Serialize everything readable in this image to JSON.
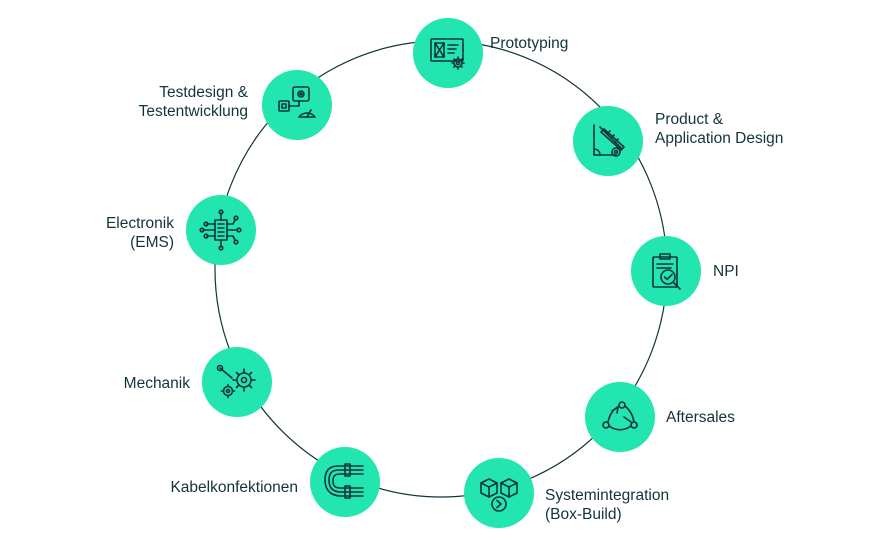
{
  "ring_color": "#12343b",
  "node_color": "#22e5b0",
  "nodes": [
    {
      "id": "prototyping",
      "icon": "prototype-window-gear-icon",
      "label": [
        "Prototyping"
      ]
    },
    {
      "id": "product-design",
      "icon": "ruler-pencil-gear-icon",
      "label": [
        "Product &",
        "Application Design"
      ]
    },
    {
      "id": "npi",
      "icon": "clipboard-magnifier-check-icon",
      "label": [
        "NPI"
      ]
    },
    {
      "id": "aftersales",
      "icon": "cycle-arrows-icon",
      "label": [
        "Aftersales"
      ]
    },
    {
      "id": "systemintegration",
      "icon": "boxes-arrow-icon",
      "label": [
        "Systemintegration",
        "(Box-Build)"
      ]
    },
    {
      "id": "kabelkonfektionen",
      "icon": "cable-harness-icon",
      "label": [
        "Kabelkonfektionen"
      ]
    },
    {
      "id": "mechanik",
      "icon": "gears-wrench-icon",
      "label": [
        "Mechanik"
      ]
    },
    {
      "id": "electronik",
      "icon": "circuit-chip-icon",
      "label": [
        "Electronik",
        "(EMS)"
      ]
    },
    {
      "id": "testdesign",
      "icon": "test-device-gauge-icon",
      "label": [
        "Testdesign &",
        "Testentwicklung"
      ]
    }
  ]
}
